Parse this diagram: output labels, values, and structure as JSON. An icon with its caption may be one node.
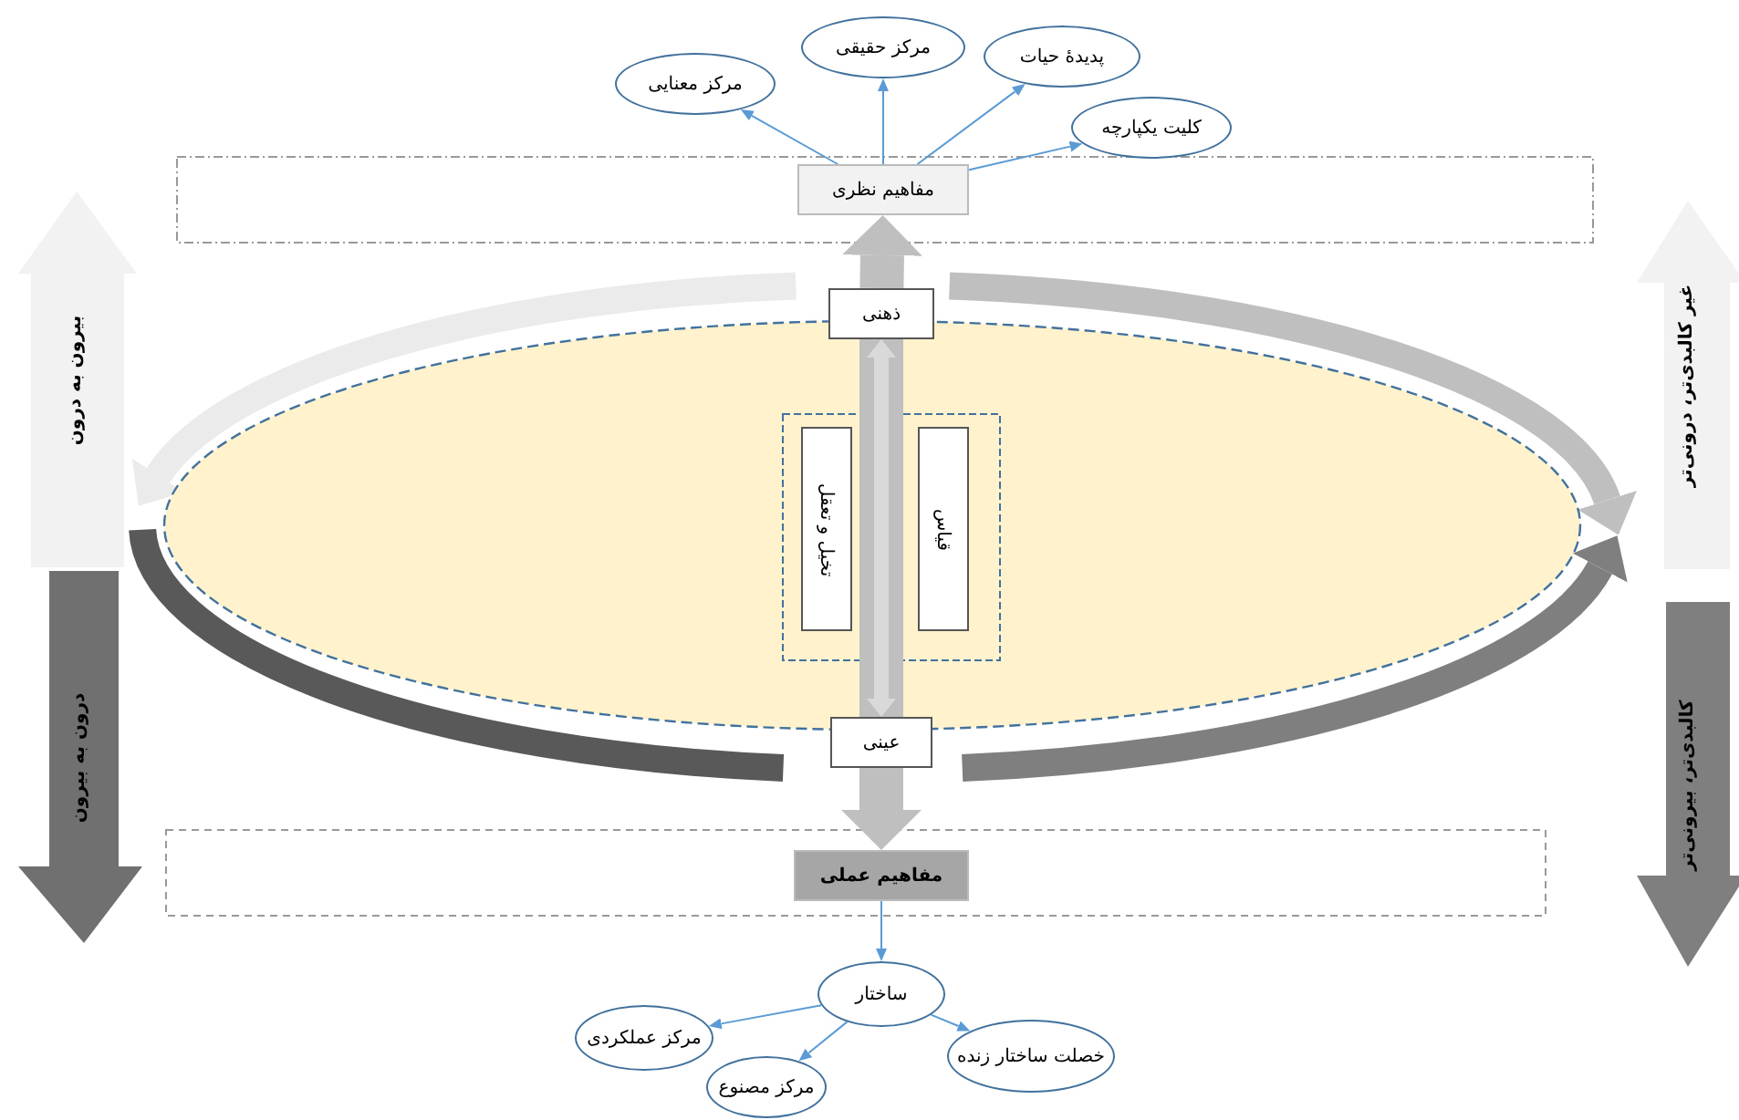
{
  "diagram": {
    "nodes": [
      {
        "text": [
          "مفاهیم نظری"
        ]
      },
      {
        "text": [
          "مرکز معنایی"
        ]
      },
      {
        "text": [
          "مرکز حقیقی"
        ]
      },
      {
        "text": [
          "پدیدهٔ حیات"
        ]
      },
      {
        "text": [
          "کلیت یکپارچه"
        ]
      },
      {
        "text": [
          "ذهنی"
        ]
      },
      {
        "text": [
          "عینی"
        ]
      },
      {
        "text": [
          "تخیل و تعقل"
        ]
      },
      {
        "text": [
          "قیاس"
        ]
      },
      {
        "text": [
          "مفاهیم عملی"
        ]
      },
      {
        "text": [
          "ساختار"
        ]
      },
      {
        "text": [
          "مرکز عملکردی"
        ]
      },
      {
        "text": [
          "مرکز مصنوع"
        ]
      },
      {
        "text": [
          "خصلت ساختار زنده"
        ]
      },
      {
        "text": [
          "بیرون به درون"
        ]
      },
      {
        "text": [
          "درون به بیرون"
        ]
      },
      {
        "text": [
          "غیر کالبدی‌تر، درونی‌تر"
        ]
      },
      {
        "text": [
          "کالبدی‌تر، بیرونی‌تر"
        ]
      }
    ],
    "edges": [
      {
        "from": 0,
        "to": 1,
        "arrow": "to"
      },
      {
        "from": 0,
        "to": 2,
        "arrow": "to"
      },
      {
        "from": 0,
        "to": 3,
        "arrow": "to"
      },
      {
        "from": 0,
        "to": 4,
        "arrow": "to"
      },
      {
        "from": 5,
        "to": 0,
        "arrow": "to",
        "style": "thick",
        "color": "#bfbfbf"
      },
      {
        "from": 5,
        "to": 6,
        "arrow": "both",
        "style": "thick",
        "color": "#d9d9d9"
      },
      {
        "from": 6,
        "to": 9,
        "arrow": "to",
        "style": "thick",
        "color": "#bfbfbf"
      },
      {
        "from": 9,
        "to": 10,
        "arrow": "to"
      },
      {
        "from": 10,
        "to": 11,
        "arrow": "to"
      },
      {
        "from": 10,
        "to": 12,
        "arrow": "to"
      },
      {
        "from": 10,
        "to": 13,
        "arrow": "to"
      }
    ]
  }
}
